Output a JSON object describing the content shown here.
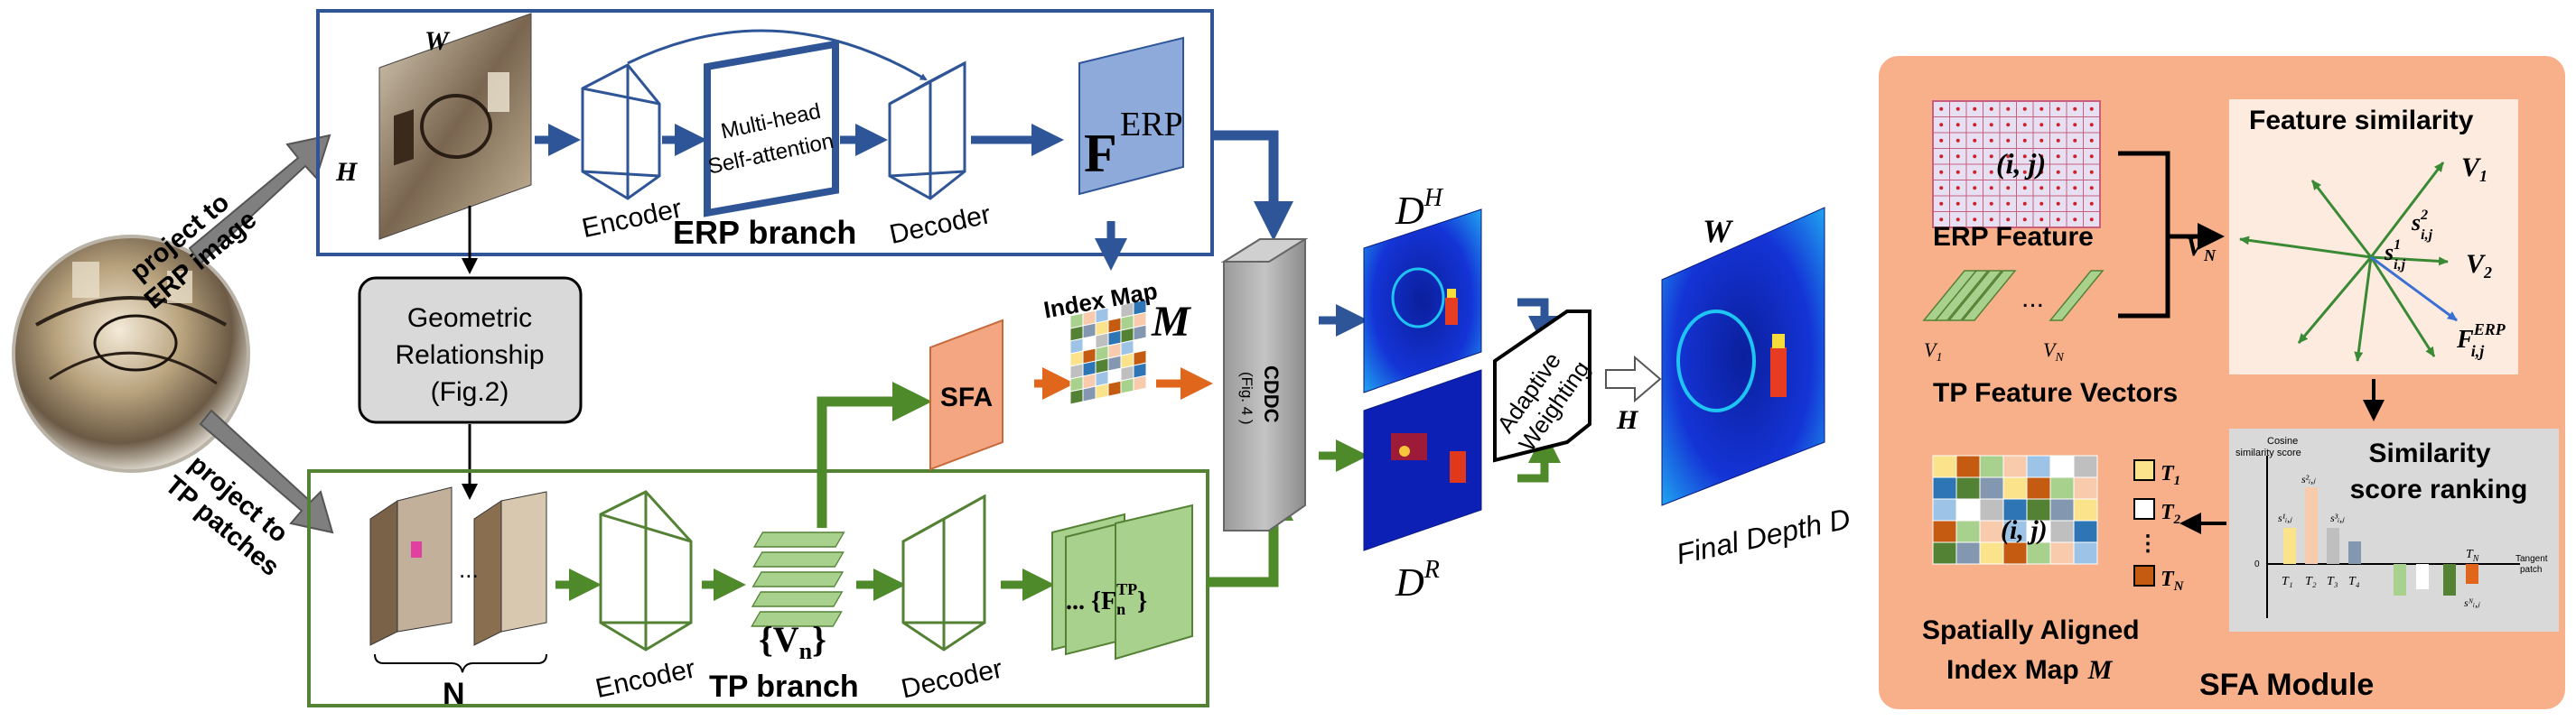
{
  "erp_branch": {
    "width_label": "W",
    "height_label": "H",
    "encoder": "Encoder",
    "attention_line1": "Multi-head",
    "attention_line2": "Self-attention",
    "decoder": "Decoder",
    "title": "ERP branch",
    "feature_base": "F",
    "feature_sup": "ERP"
  },
  "projection": {
    "erp_line1": "project to",
    "erp_line2": "ERP image",
    "tp_line1": "project to",
    "tp_line2": "TP patches"
  },
  "geometric": {
    "line1": "Geometric",
    "line2": "Relationship",
    "line3": "(Fig.2)"
  },
  "tp_branch": {
    "dots": "...",
    "count_label": "N",
    "encoder": "Encoder",
    "vectors_label": "{V",
    "vectors_sub": "n",
    "vectors_close": "}",
    "decoder": "Decoder",
    "title": "TP branch",
    "feature_prefix": "... {F",
    "feature_sub": "n",
    "feature_sup": "TP",
    "feature_close": "}"
  },
  "sfa": {
    "label": "SFA"
  },
  "index_map": {
    "title": "Index Map",
    "symbol": "M"
  },
  "cddc": {
    "line1": "CDDC",
    "line2": "(Fig. 4 )"
  },
  "depth": {
    "dh_base": "D",
    "dh_sup": "H",
    "dr_base": "D",
    "dr_sup": "R",
    "adaptive_line1": "Adaptive",
    "adaptive_line2": "Weighting",
    "final_w": "W",
    "final_h": "H",
    "final_label": "Final Depth D"
  },
  "sfa_module": {
    "title": "SFA Module",
    "grid_label": "(i, j)",
    "erp_feature": "ERP Feature",
    "dots": "...",
    "v1": "V",
    "v1_sub": "1",
    "vn": "V",
    "vn_sub": "N",
    "tp_vectors": "TP Feature Vectors",
    "feature_similarity": "Feature similarity",
    "v1_vec": "V",
    "v1_vec_sub": "1",
    "v2_vec": "V",
    "v2_vec_sub": "2",
    "vn_vec": "V",
    "vn_vec_sub": "N",
    "s2": "s",
    "s2_sup": "2",
    "s2_sub": "i,j",
    "s1": "s",
    "s1_sup": "1",
    "s1_sub": "i,j",
    "ferp": "F",
    "ferp_sup": "ERP",
    "ferp_sub": "i,j",
    "ranking_line1": "Similarity",
    "ranking_line2": "score ranking",
    "cosine_line1": "Cosine",
    "cosine_line2": "similarity score",
    "bar_s1": "s¹ᵢ,ⱼ",
    "bar_s2": "s²ᵢ,ⱼ",
    "bar_s3": "s³ᵢ,ⱼ",
    "bar_sn": "sᴺᵢ,ⱼ",
    "tick_t1": "T₁",
    "tick_t2": "T₂",
    "tick_t3": "T₃",
    "tick_t4": "T₄",
    "tick_tn": "T",
    "tick_tn_sub": "N",
    "zero": "0",
    "tangent_line1": "Tangent",
    "tangent_line2": "patch",
    "legend_t1": "T",
    "legend_t1_sub": "1",
    "legend_t2": "T",
    "legend_t2_sub": "2",
    "legend_dots": "⋮",
    "legend_tn": "T",
    "legend_tn_sub": "N",
    "aligned_grid_label": "(i, j)",
    "aligned_line1": "Spatially Aligned",
    "aligned_line2": "Index Map",
    "aligned_symbol": "M"
  },
  "colors": {
    "erp_border": "#2f5597",
    "tp_border": "#548235",
    "erp_arrow": "#2e5597",
    "tp_arrow": "#4f8a2a",
    "orange_arrow": "#e0661b",
    "sfa_box": "#f4a582",
    "sfa_module_bg": "#f7b089",
    "feature_blue": "#8eaadb",
    "feature_green": "#a9d18e"
  }
}
